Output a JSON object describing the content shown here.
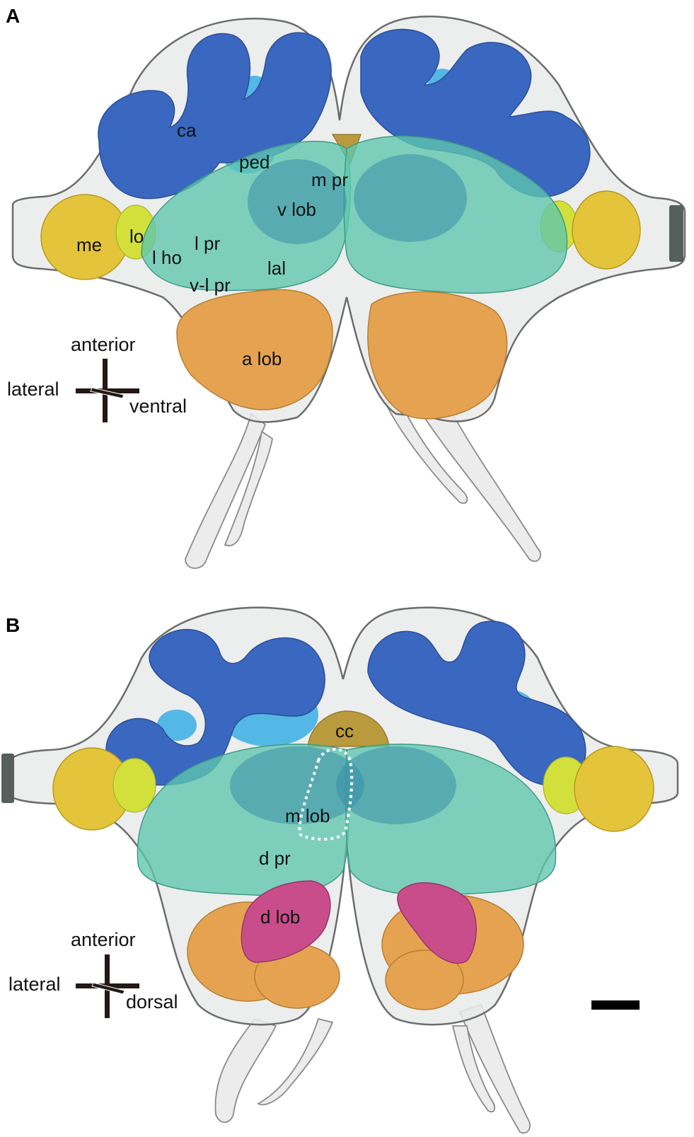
{
  "figure": {
    "panels": [
      {
        "id": "A",
        "label": "A",
        "structures": {
          "ca": "ca",
          "ped": "ped",
          "m_pr": "m pr",
          "v_lob": "v lob",
          "me": "me",
          "lo": "lo",
          "l_ho": "l ho",
          "l_pr": "l pr",
          "lal": "lal",
          "v_l_pr": "v-l pr",
          "a_lob": "a lob"
        },
        "orientation": {
          "up": "anterior",
          "left": "lateral",
          "diagonal": "ventral"
        }
      },
      {
        "id": "B",
        "label": "B",
        "structures": {
          "cc": "cc",
          "m_lob": "m lob",
          "d_pr": "d pr",
          "d_lob": "d lob"
        },
        "orientation": {
          "up": "anterior",
          "left": "lateral",
          "diagonal": "dorsal"
        }
      }
    ],
    "colors": {
      "calyx": "#3a67bf",
      "pedunculus": "#53b8e6",
      "medulla": "#e3c43a",
      "lobula": "#d3e03c",
      "protocerebrum": "#5ec7ae",
      "antennal_lobe": "#e5a352",
      "central_complex": "#b99a3c",
      "dorsal_lobe": "#c94d8a",
      "shell": "#e9eaea"
    },
    "scale_bar": {
      "present": true
    }
  }
}
